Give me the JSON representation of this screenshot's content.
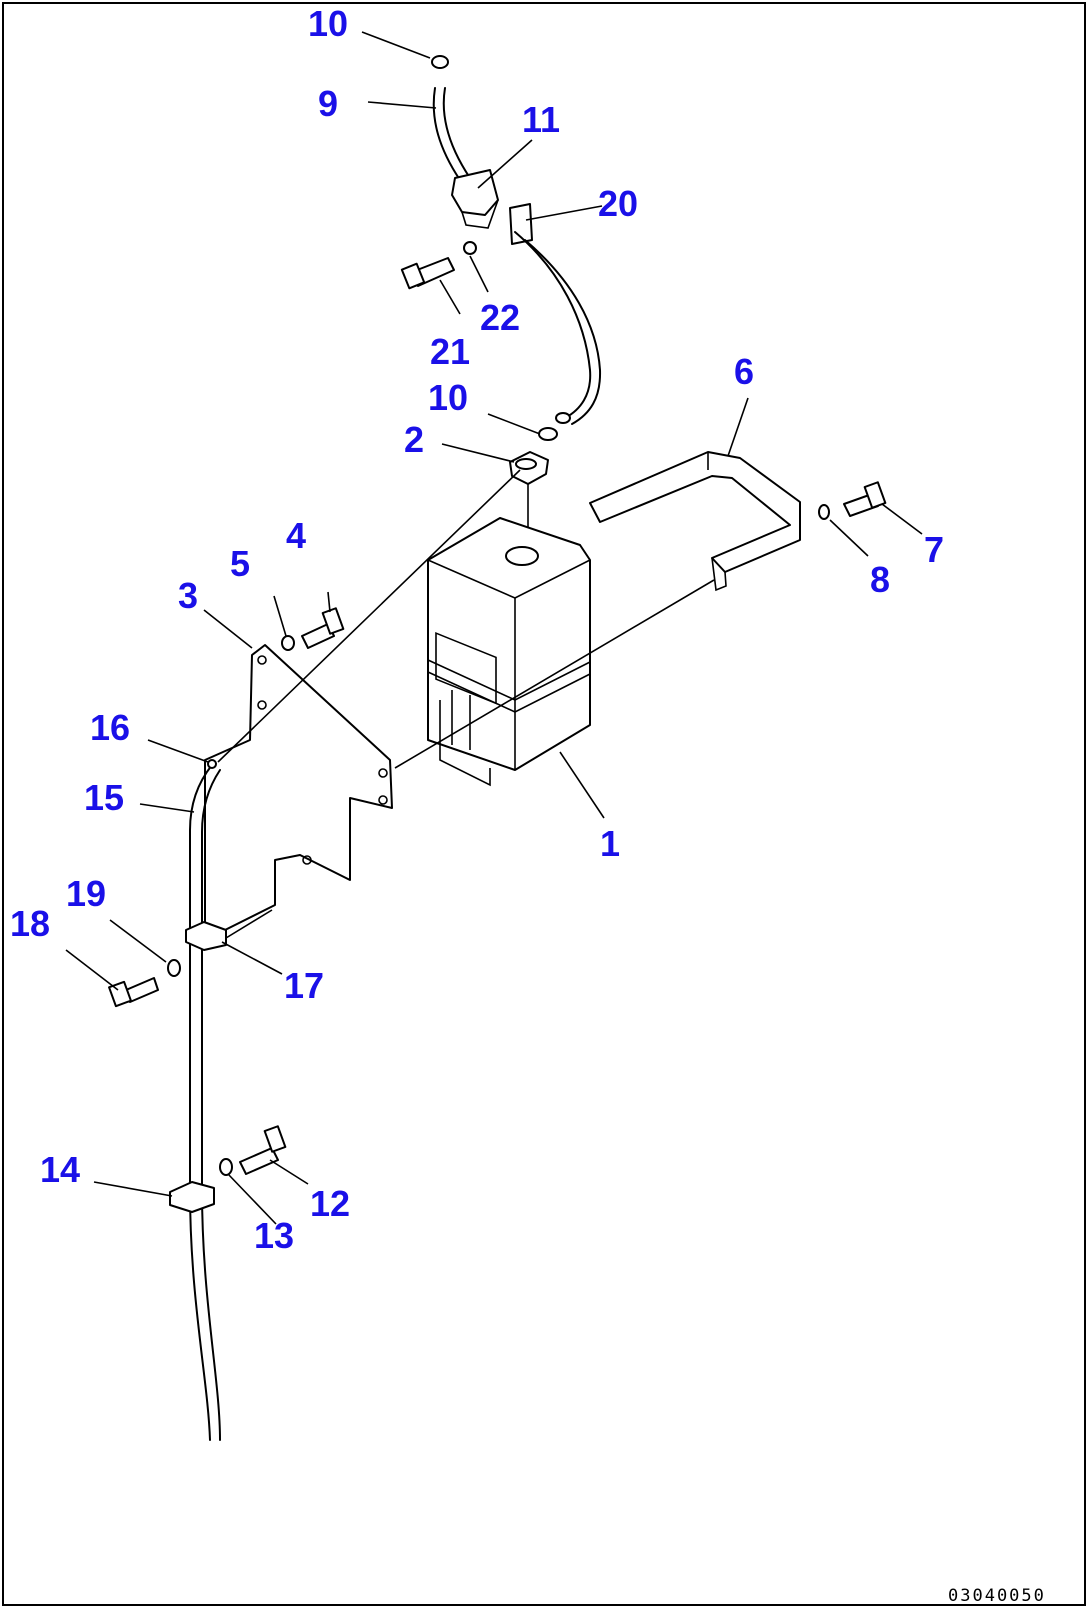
{
  "drawing_code": "03040050",
  "callouts": {
    "c1": "1",
    "c2": "2",
    "c3": "3",
    "c4": "4",
    "c5": "5",
    "c6": "6",
    "c7": "7",
    "c8": "8",
    "c9": "9",
    "c10a": "10",
    "c10b": "10",
    "c11": "11",
    "c12": "12",
    "c13": "13",
    "c14": "14",
    "c15": "15",
    "c16": "16",
    "c17": "17",
    "c18": "18",
    "c19": "19",
    "c20": "20",
    "c21": "21",
    "c22": "22"
  },
  "colors": {
    "callout": "#1a10e8",
    "line": "#000000",
    "background": "#ffffff"
  }
}
